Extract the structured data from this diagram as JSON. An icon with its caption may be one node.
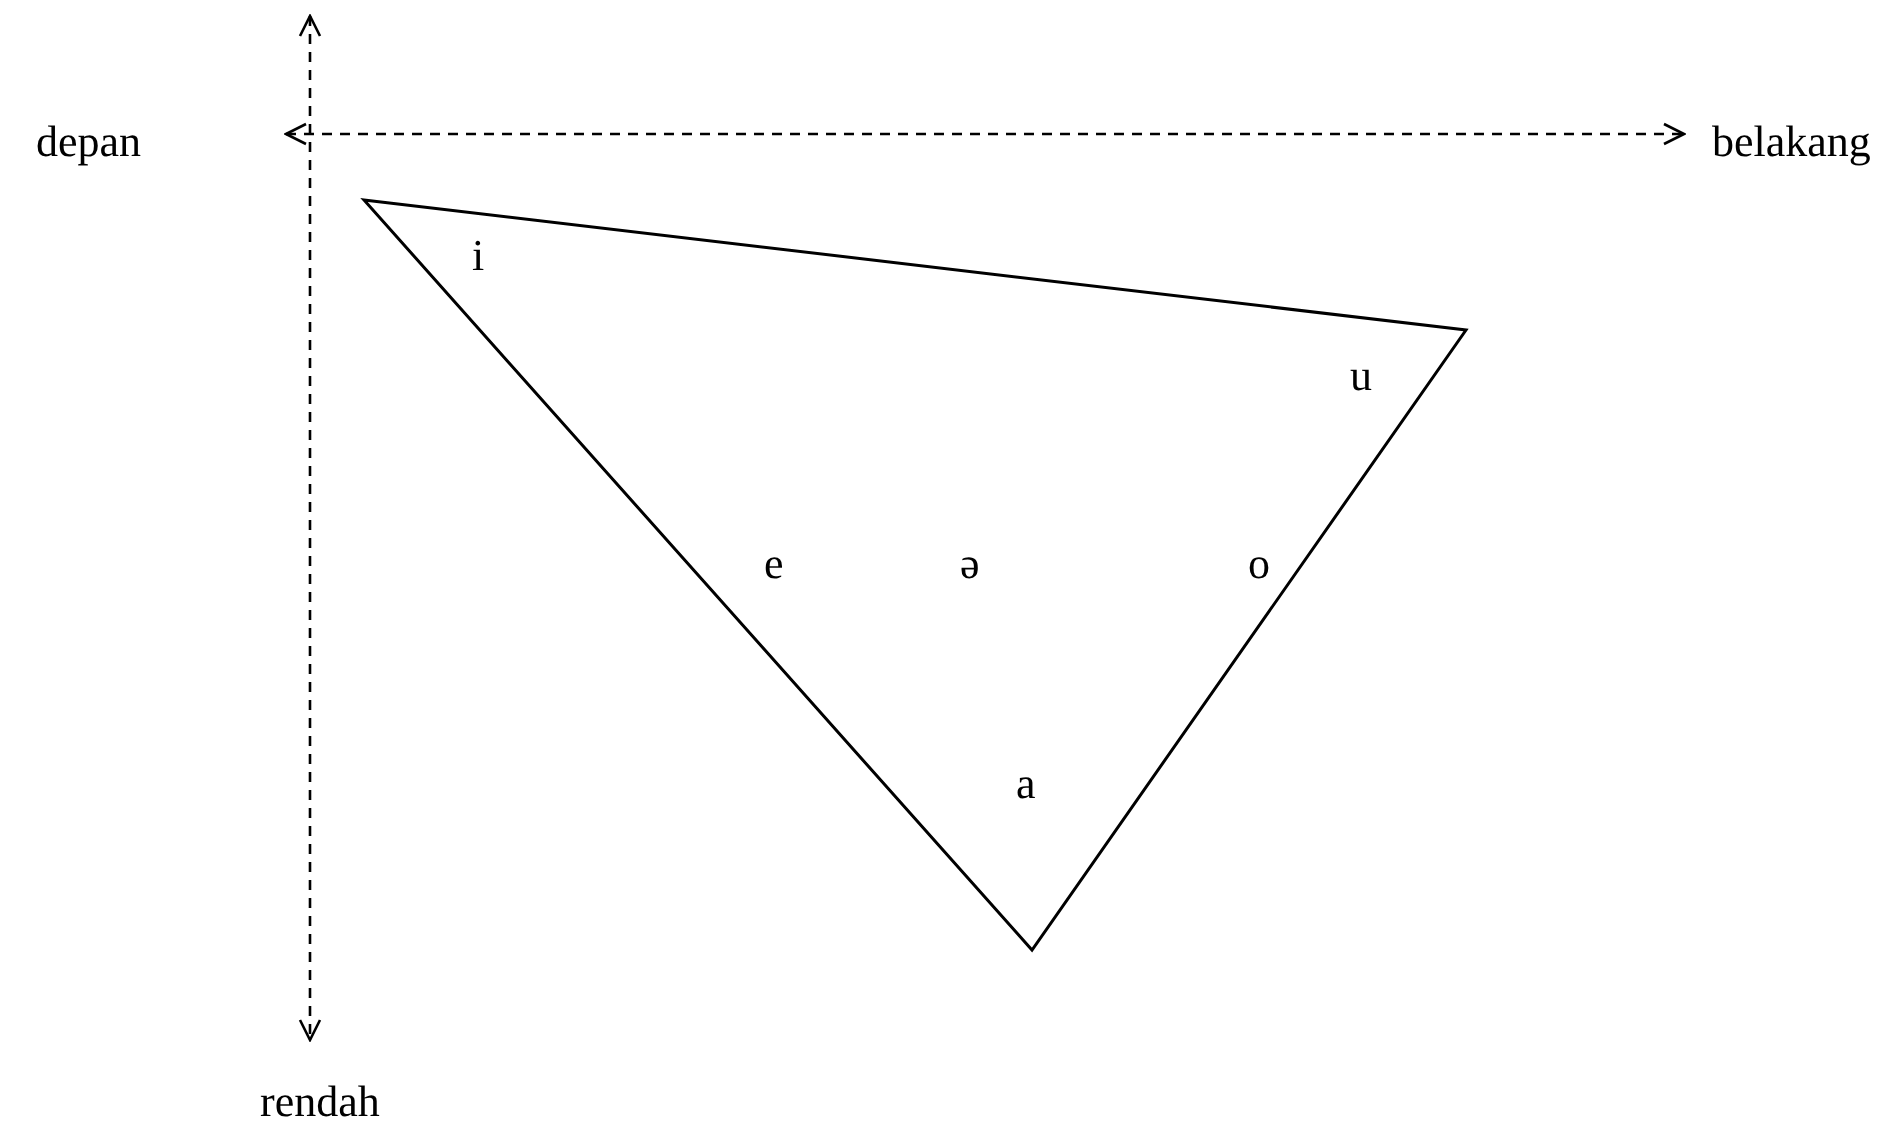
{
  "diagram": {
    "labels": [
      "depan",
      "belakang",
      "i",
      "u",
      "e",
      "ə",
      "o",
      "a",
      "rendah"
    ]
  }
}
